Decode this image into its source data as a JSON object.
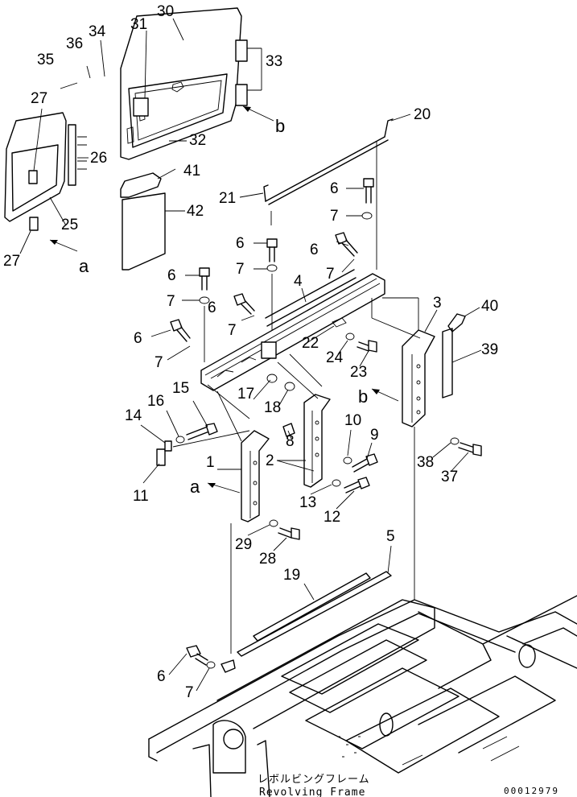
{
  "diagram": {
    "callouts": [
      {
        "id": "c30",
        "text": "30"
      },
      {
        "id": "c31",
        "text": "31"
      },
      {
        "id": "c34",
        "text": "34"
      },
      {
        "id": "c36",
        "text": "36"
      },
      {
        "id": "c35",
        "text": "35"
      },
      {
        "id": "c33",
        "text": "33"
      },
      {
        "id": "c27a",
        "text": "27"
      },
      {
        "id": "c26",
        "text": "26"
      },
      {
        "id": "c32",
        "text": "32"
      },
      {
        "id": "c41",
        "text": "41"
      },
      {
        "id": "c25",
        "text": "25"
      },
      {
        "id": "c42",
        "text": "42"
      },
      {
        "id": "c27b",
        "text": "27"
      },
      {
        "id": "c20",
        "text": "20"
      },
      {
        "id": "c21",
        "text": "21"
      },
      {
        "id": "c6a",
        "text": "6"
      },
      {
        "id": "c7a",
        "text": "7"
      },
      {
        "id": "c6b",
        "text": "6"
      },
      {
        "id": "c6c",
        "text": "6"
      },
      {
        "id": "c7b",
        "text": "7"
      },
      {
        "id": "c7c",
        "text": "7"
      },
      {
        "id": "c6d",
        "text": "6"
      },
      {
        "id": "c4",
        "text": "4"
      },
      {
        "id": "c7d",
        "text": "7"
      },
      {
        "id": "c6e",
        "text": "6"
      },
      {
        "id": "c3",
        "text": "3"
      },
      {
        "id": "c40",
        "text": "40"
      },
      {
        "id": "c7e",
        "text": "7"
      },
      {
        "id": "c6f",
        "text": "6"
      },
      {
        "id": "c22",
        "text": "22"
      },
      {
        "id": "c39",
        "text": "39"
      },
      {
        "id": "c7f",
        "text": "7"
      },
      {
        "id": "c24",
        "text": "24"
      },
      {
        "id": "c23",
        "text": "23"
      },
      {
        "id": "c15",
        "text": "15"
      },
      {
        "id": "c17",
        "text": "17"
      },
      {
        "id": "c16",
        "text": "16"
      },
      {
        "id": "c18",
        "text": "18"
      },
      {
        "id": "c14",
        "text": "14"
      },
      {
        "id": "c10",
        "text": "10"
      },
      {
        "id": "c8",
        "text": "8"
      },
      {
        "id": "c9",
        "text": "9"
      },
      {
        "id": "c1",
        "text": "1"
      },
      {
        "id": "c2",
        "text": "2"
      },
      {
        "id": "c38",
        "text": "38"
      },
      {
        "id": "c11",
        "text": "11"
      },
      {
        "id": "c37",
        "text": "37"
      },
      {
        "id": "c13",
        "text": "13"
      },
      {
        "id": "c12",
        "text": "12"
      },
      {
        "id": "c29",
        "text": "29"
      },
      {
        "id": "c28",
        "text": "28"
      },
      {
        "id": "c5",
        "text": "5"
      },
      {
        "id": "c19",
        "text": "19"
      },
      {
        "id": "c6g",
        "text": "6"
      },
      {
        "id": "c7g",
        "text": "7"
      }
    ],
    "view_labels": [
      {
        "id": "va",
        "text": "a"
      },
      {
        "id": "vb1",
        "text": "b"
      },
      {
        "id": "vb2",
        "text": "b"
      },
      {
        "id": "va2",
        "text": "a"
      }
    ],
    "caption_jp": "レボルビングフレーム",
    "caption_en": "Revolving Frame",
    "doc_number": "00012979"
  }
}
